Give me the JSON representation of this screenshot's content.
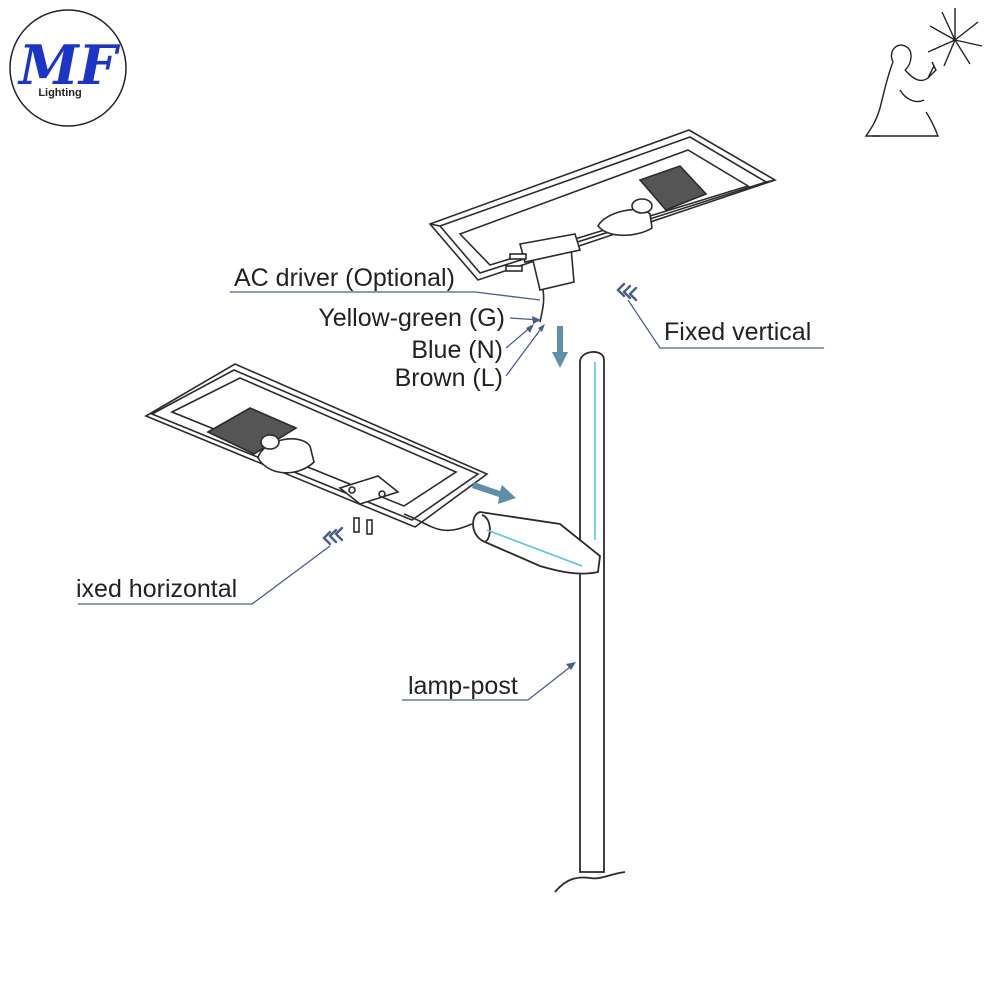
{
  "logo": {
    "letters": "MF",
    "subtitle": "Lighting",
    "color": "#1a35c8"
  },
  "labels": {
    "ac_driver": "AC driver (Optional)",
    "yellow_green": "Yellow-green (G)",
    "blue": "Blue (N)",
    "brown": "Brown (L)",
    "fixed_vertical": "Fixed vertical",
    "fixed_horizontal": "ixed horizontal",
    "lamp_post": "lamp-post"
  },
  "colors": {
    "line": "#2b2b2b",
    "leader": "#4a5d8a",
    "arrow": "#5f8fa6",
    "cable": "#58c8d6"
  },
  "icons": {
    "corner": "praying-figure-icon",
    "mount_marks": "fastening-marks-icon"
  }
}
